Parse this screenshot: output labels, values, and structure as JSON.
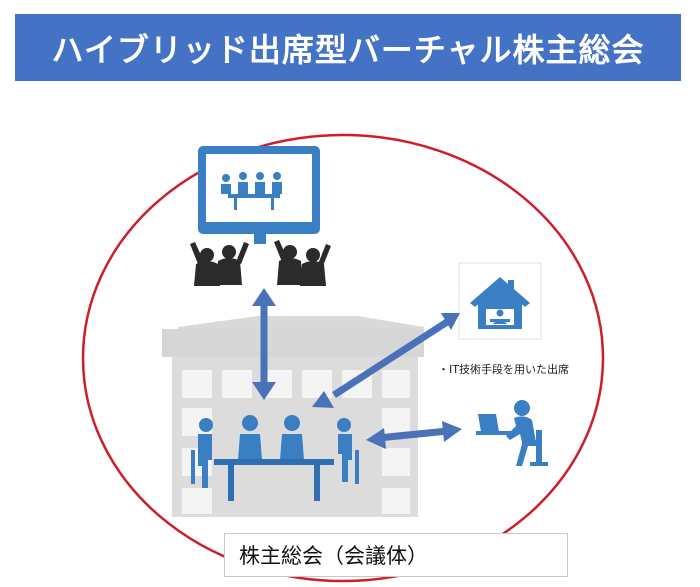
{
  "title": "ハイブリッド出席型バーチャル株主総会",
  "caption_it_attendance": "・IT技術手段を用いた出席",
  "label_meeting_body": "株主総会（会議体）",
  "colors": {
    "banner": "#4472c4",
    "circle": "#cc1f2a",
    "icon_blue": "#3a7fc4",
    "arrow_blue": "#4a72b8",
    "building_gray": "#dcdcdc",
    "people_dark": "#2b2b2b"
  },
  "icons": [
    "monitor-icon",
    "cheering-people-icon",
    "home-remote-worker-icon",
    "laptop-worker-icon",
    "building-icon",
    "meeting-table-icon"
  ]
}
